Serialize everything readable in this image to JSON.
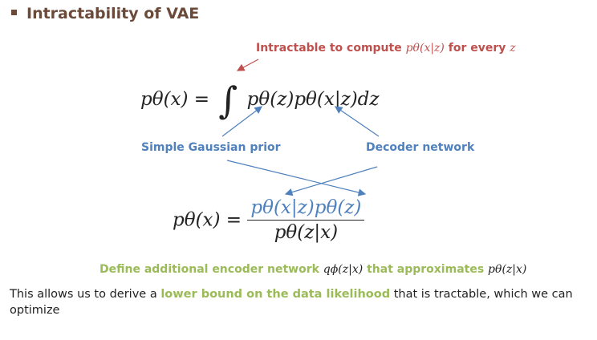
{
  "title": "Intractability of VAE",
  "annotation_top": {
    "prefix": "Intractable to compute",
    "math": "pθ(x|z)",
    "suffix": "for every",
    "var": "z"
  },
  "equation1": {
    "lhs": "pθ(x) =",
    "integral": "∫",
    "prior": "pθ(z)",
    "likelihood": "pθ(x|z)",
    "dz": "dz"
  },
  "label_prior": "Simple Gaussian prior",
  "label_decoder": "Decoder network",
  "equation2": {
    "lhs": "pθ(x) =",
    "numerator": "pθ(x|z)pθ(z)",
    "denominator": "pθ(z|x)"
  },
  "encoder_note": {
    "prefix": "Define additional encoder network",
    "q": "qϕ(z|x)",
    "middle": "that approximates",
    "p": "pθ(z|x)"
  },
  "bottom_text": {
    "before": "This allows us to derive a",
    "highlight": "lower bound on the data likelihood",
    "after": "that is tractable, which we can optimize"
  },
  "colors": {
    "title": "#6b4a3a",
    "red": "#c0504d",
    "blue": "#4f81bd",
    "green": "#9bbb59"
  }
}
